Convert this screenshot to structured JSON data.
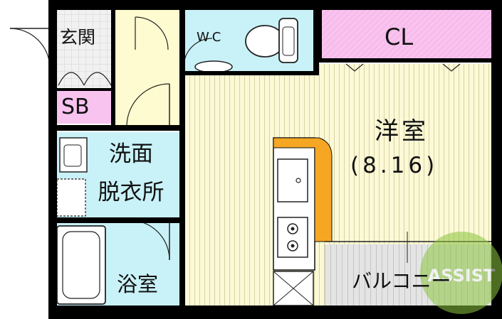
{
  "rooms": {
    "entrance": "玄関",
    "shoe_box": "SB",
    "toilet": "WC",
    "closet": "CL",
    "western_room": "洋室",
    "western_room_size": "(8.16)",
    "washroom_line1": "洗面",
    "washroom_line2": "脱衣所",
    "bathroom": "浴室",
    "balcony": "バルコニー"
  },
  "watermark": "ASSIST",
  "colors": {
    "wall": "#000000",
    "hall_floor": "#fffbd0",
    "room_floor": "#fbf9d6",
    "wet_area": "#c9f2f8",
    "closet_area": "#f8c3ee",
    "kitchen_accent": "#f5a623",
    "balcony_floor": "#e4e4e4",
    "watermark": "#8cc63f"
  }
}
